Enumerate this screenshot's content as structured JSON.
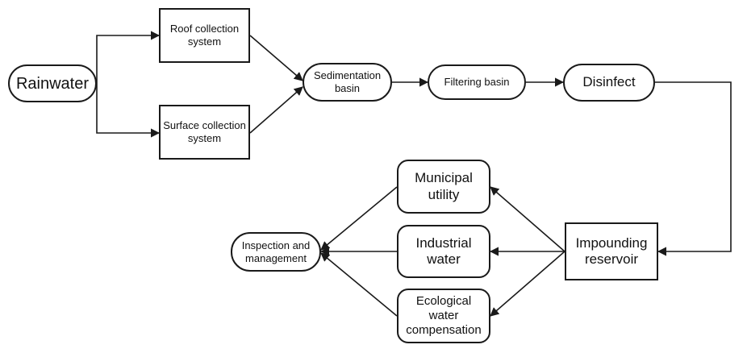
{
  "nodes": {
    "rainwater": "Rainwater",
    "roof_collection": "Roof collection\nsystem",
    "surface_collection": "Surface collection\nsystem",
    "sedimentation_basin": "Sedimentation\nbasin",
    "filtering_basin": "Filtering basin",
    "disinfect": "Disinfect",
    "impounding_reservoir": "Impounding\nreservoir",
    "municipal_utility": "Municipal\nutility",
    "industrial_water": "Industrial\nwater",
    "ecological_water": "Ecological\nwater\ncompensation",
    "inspection_management": "Inspection and\nmanagement"
  },
  "colors": {
    "stroke": "#1a1a1a",
    "background": "#ffffff"
  }
}
